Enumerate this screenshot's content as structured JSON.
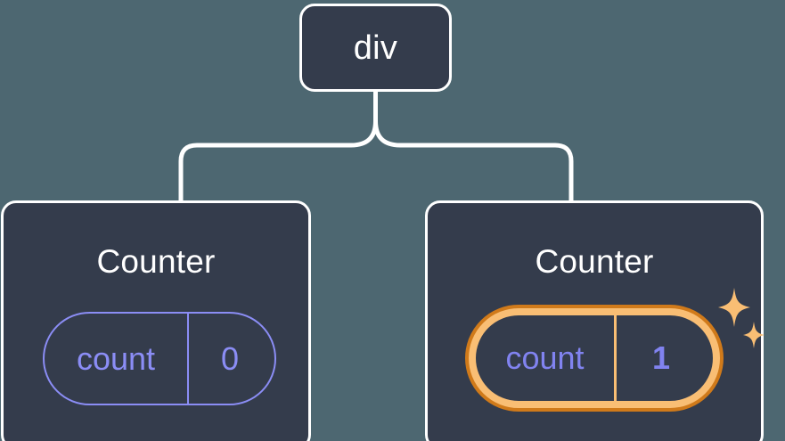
{
  "diagram": {
    "type": "component-tree",
    "background_color": "#4d6771",
    "node_fill_color": "#343c4c",
    "node_border_color": "#ffffff",
    "connector_color": "#ffffff",
    "accent_purple": "#8b8df5",
    "highlight_outer_color": "#d07a1a",
    "highlight_inner_color": "#f9be74"
  },
  "root": {
    "label": "div"
  },
  "children": [
    {
      "title": "Counter",
      "state": {
        "key": "count",
        "value": "0"
      },
      "highlighted": false
    },
    {
      "title": "Counter",
      "state": {
        "key": "count",
        "value": "1"
      },
      "highlighted": true,
      "sparkle_count": 2
    }
  ]
}
